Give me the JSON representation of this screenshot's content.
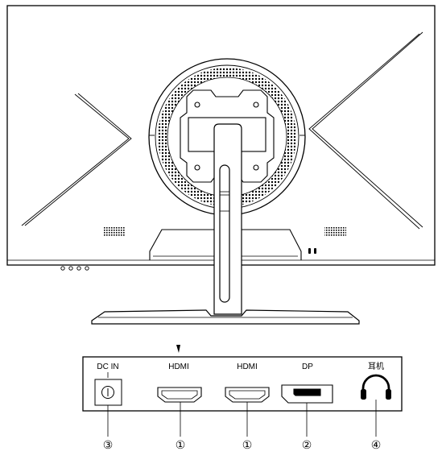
{
  "ports": [
    {
      "id": "dc-in",
      "label": "DC IN",
      "callout": "③"
    },
    {
      "id": "hdmi-1",
      "label": "HDMI",
      "callout": "①"
    },
    {
      "id": "hdmi-2",
      "label": "HDMI",
      "callout": "①"
    },
    {
      "id": "dp",
      "label": "DP",
      "callout": "②"
    },
    {
      "id": "headphone",
      "label": "耳机",
      "callout": "④"
    }
  ],
  "colors": {
    "line": "#000000",
    "background": "#ffffff",
    "speckle": "#000000"
  }
}
